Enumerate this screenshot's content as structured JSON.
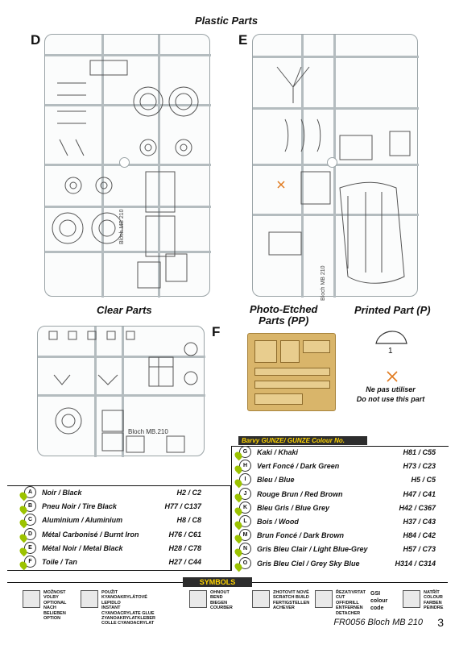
{
  "sections": {
    "plastic": "Plastic Parts",
    "clear": "Clear Parts",
    "photo_etched": "Photo-Etched\nParts (PP)",
    "printed": "Printed Part (P)"
  },
  "sprue_letters": {
    "d": "D",
    "e": "E",
    "f": "F"
  },
  "sprue_markings": {
    "d": "Bloch MB 210",
    "e": "Bloch MB 210",
    "f": "Bloch MB.210"
  },
  "printed_part": {
    "number": "1",
    "note_fr": "Ne pas utiliser",
    "note_en": "Do not use this part"
  },
  "colors_header": "Barvy GUNZE/ GUNZE Colour No.",
  "colors_left": [
    {
      "code": "A",
      "name": "Noir / Black",
      "ref": "H2 / C2"
    },
    {
      "code": "B",
      "name": "Pneu Noir / Tire Black",
      "ref": "H77 / C137"
    },
    {
      "code": "C",
      "name": "Aluminium / Aluminium",
      "ref": "H8 / C8"
    },
    {
      "code": "D",
      "name": "Métal Carbonisé / Burnt Iron",
      "ref": "H76 / C61"
    },
    {
      "code": "E",
      "name": "Métal Noir / Metal Black",
      "ref": "H28 / C78"
    },
    {
      "code": "F",
      "name": "Toile / Tan",
      "ref": "H27 / C44"
    }
  ],
  "colors_right": [
    {
      "code": "G",
      "name": "Kaki / Khaki",
      "ref": "H81 / C55"
    },
    {
      "code": "H",
      "name": "Vert Foncé / Dark Green",
      "ref": "H73 / C23"
    },
    {
      "code": "I",
      "name": "Bleu / Blue",
      "ref": "H5 / C5"
    },
    {
      "code": "J",
      "name": "Rouge Brun / Red Brown",
      "ref": "H47 / C41"
    },
    {
      "code": "K",
      "name": "Bleu Gris / Blue Grey",
      "ref": "H42 / C367"
    },
    {
      "code": "L",
      "name": "Bois / Wood",
      "ref": "H37 / C43"
    },
    {
      "code": "M",
      "name": "Brun Foncé / Dark Brown",
      "ref": "H84 / C42"
    },
    {
      "code": "N",
      "name": "Gris Bleu Clair / Light Blue-Grey",
      "ref": "H57 / C73"
    },
    {
      "code": "O",
      "name": "Gris Bleu Ciel / Grey Sky Blue",
      "ref": "H314 / C314"
    }
  ],
  "symbols_header": "SYMBOLS",
  "symbols": [
    {
      "icon": "optional-icon",
      "text": "MOŽNOST VOLBY\nOPTIONAL\nNACH BELIEBEN\nOPTION"
    },
    {
      "icon": "glue-drop-icon",
      "text": "POUŽIT KYANOAKRYLÁTOVÉ LEPIDLO\nINSTANT CYANOACRYLATE GLUE\nZYANOAKRYLATKLEBER\nCOLLE CYANOACRYLAT"
    },
    {
      "icon": "bend-icon",
      "text": "OHNOUT\nBEND\nBIEGEN\nCOURBER"
    },
    {
      "icon": "scratch-build-icon",
      "text": "ZHOTOVIT NOVÉ\nSCRATCH BUILD\nFERTIGSTELLEN\nACHEVER"
    },
    {
      "icon": "cut-off-icon",
      "text": "ŘEZAT/VRTAT\nCUT OFF/DRILL\nENTFERNEN\nDETACHER"
    },
    {
      "icon": "colour-code-icon",
      "text": "GSI\ncolour code"
    },
    {
      "icon": "paint-icon",
      "text": "NATŘÍT\nCOLOUR\nFARBEN\nPEINDRE"
    }
  ],
  "footer": {
    "title": "FR0056 Bloch MB 210",
    "page": "3"
  },
  "palette": {
    "drop_green": "#9cc300",
    "header_bg": "#2d2d2d",
    "header_text": "#ffd400",
    "sprue": "#9aa3a6",
    "pe_brass": "#d9b56a"
  }
}
